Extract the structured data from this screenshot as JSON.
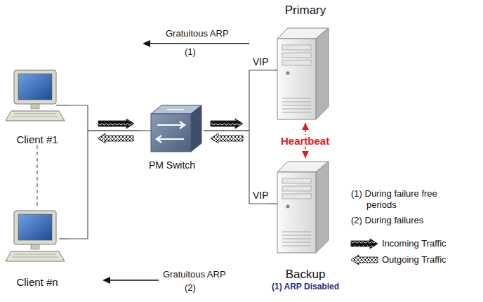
{
  "diagram": {
    "nodes": [
      {
        "text": [
          "Client #1"
        ]
      },
      {
        "text": [
          "Client #n"
        ]
      },
      {
        "text": [
          "PM Switch"
        ]
      },
      {
        "text": [
          "Primary"
        ]
      },
      {
        "text": [
          "Backup",
          "(1) ARP Disabled"
        ]
      }
    ],
    "edges": [
      {
        "from": 0,
        "to": 2,
        "arrow": "none"
      },
      {
        "from": 1,
        "to": 2,
        "arrow": "none"
      },
      {
        "from": 2,
        "to": 3,
        "arrow": "none"
      },
      {
        "from": 2,
        "to": 4,
        "arrow": "none"
      },
      {
        "from": 3,
        "to": 4,
        "label": "Heartbeat",
        "arrow": "both"
      },
      {
        "from": 0,
        "to": 1,
        "arrow": "none"
      }
    ],
    "labels": [
      "Gratuitous ARP",
      "(1)",
      "VIP",
      "Gratuitous ARP",
      "(2)",
      "VIP"
    ],
    "legend": [
      {
        "text": "(1) During failure free periods"
      },
      {
        "text": "(2) During failures"
      },
      {
        "text": "Incoming Traffic"
      },
      {
        "text": "Outgoing Traffic"
      }
    ]
  }
}
